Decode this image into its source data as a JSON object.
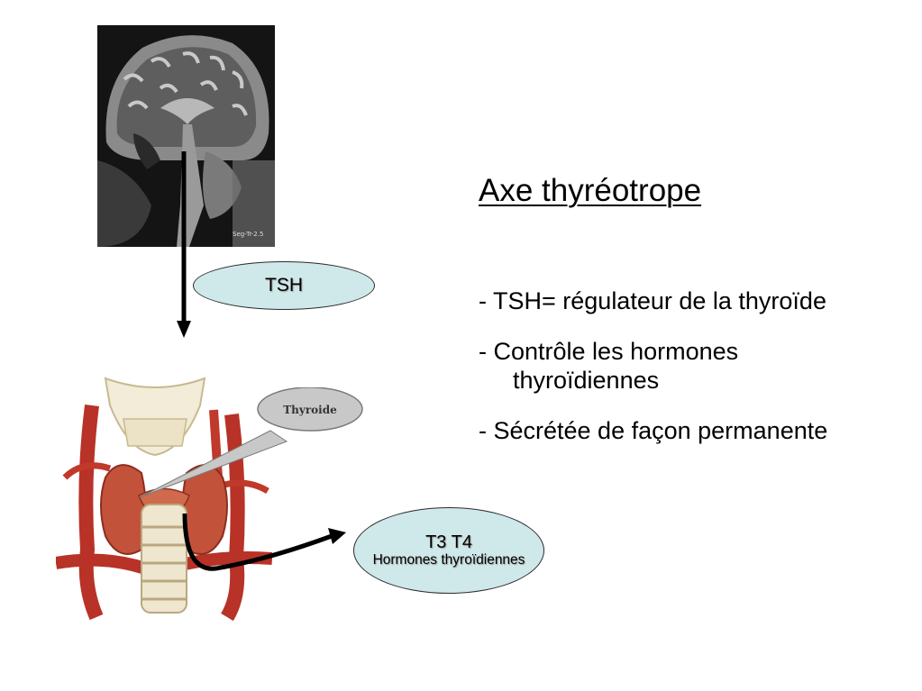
{
  "slide": {
    "title": "Axe thyréotrope",
    "bullets": [
      "- TSH= régulateur de la thyroïde",
      "- Contrôle les hormones thyroïdiennes",
      "- Sécrétée de façon permanente"
    ]
  },
  "diagram": {
    "tsh_label": "TSH",
    "t3t4_label": "T3 T4",
    "t3t4_sublabel": "Hormones thyroïdiennes",
    "thyroid_callout": "Thyroide",
    "mri_corner_text": "Seg-Tr-2.5"
  },
  "colors": {
    "ellipse_fill": "#cfe8ea",
    "tissue": "#c0392b",
    "cartilage": "#f2ecd9"
  }
}
